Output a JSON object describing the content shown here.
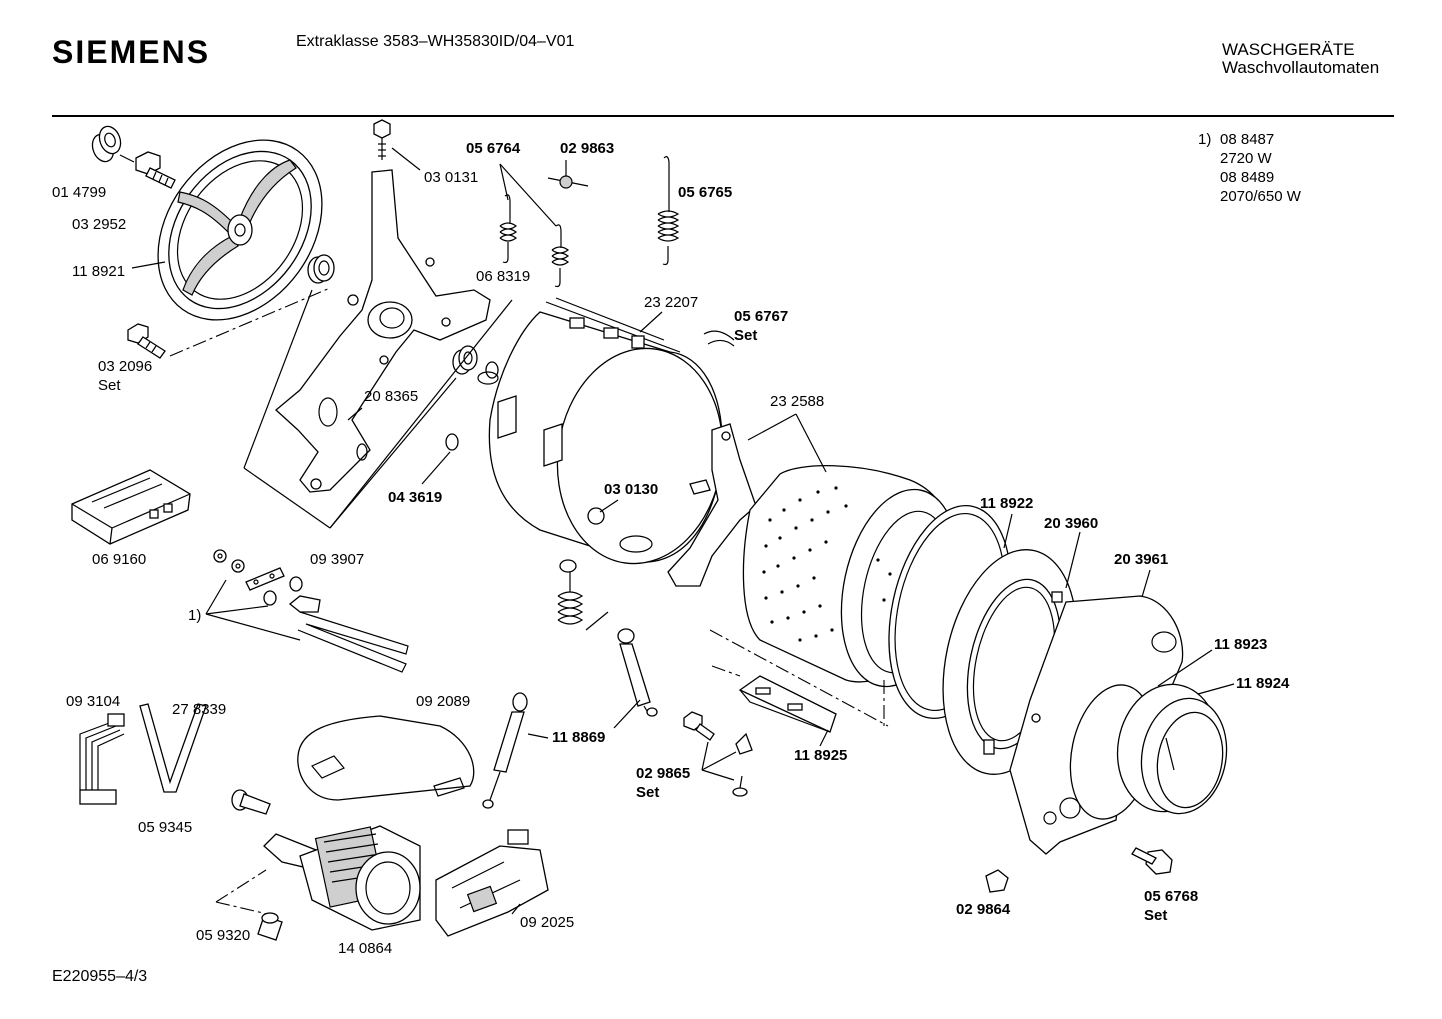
{
  "header": {
    "brand": "SIEMENS",
    "model": "Extraklasse 3583–WH35830ID/04–V01",
    "category_line1": "WASCHGERÄTE",
    "category_line2": "Waschvollautomaten"
  },
  "note": {
    "marker": "1)",
    "lines": [
      "08 8487",
      "2720 W",
      "08 8489",
      "2070/650 W"
    ]
  },
  "parts": {
    "p014799": "01 4799",
    "p032952": "03 2952",
    "p118921": "11 8921",
    "p032096": "03 2096",
    "p032096_set": "Set",
    "p030131": "03 0131",
    "p056764": "05 6764",
    "p029863": "02 9863",
    "p056765": "05 6765",
    "p068319": "06 8319",
    "p232207": "23 2207",
    "p056767": "05 6767",
    "p056767_set": "Set",
    "p208365": "20 8365",
    "p232588": "23 2588",
    "p043619": "04 3619",
    "p030130": "03 0130",
    "p118922": "11 8922",
    "p203960": "20 3960",
    "p203961": "20 3961",
    "p069160": "06 9160",
    "p093907": "09 3907",
    "p_note_ref": "1)",
    "p118923": "11 8923",
    "p118924": "11 8924",
    "p093104": "09 3104",
    "p278339": "27 8339",
    "p092089": "09 2089",
    "p118869": "11 8869",
    "p118925": "11 8925",
    "p029865": "02 9865",
    "p029865_set": "Set",
    "p059345": "05 9345",
    "p059320": "05 9320",
    "p140864": "14 0864",
    "p092025": "09 2025",
    "p029864": "02 9864",
    "p056768": "05 6768",
    "p056768_set": "Set"
  },
  "footer": {
    "doc_id": "E220955–4/3"
  }
}
